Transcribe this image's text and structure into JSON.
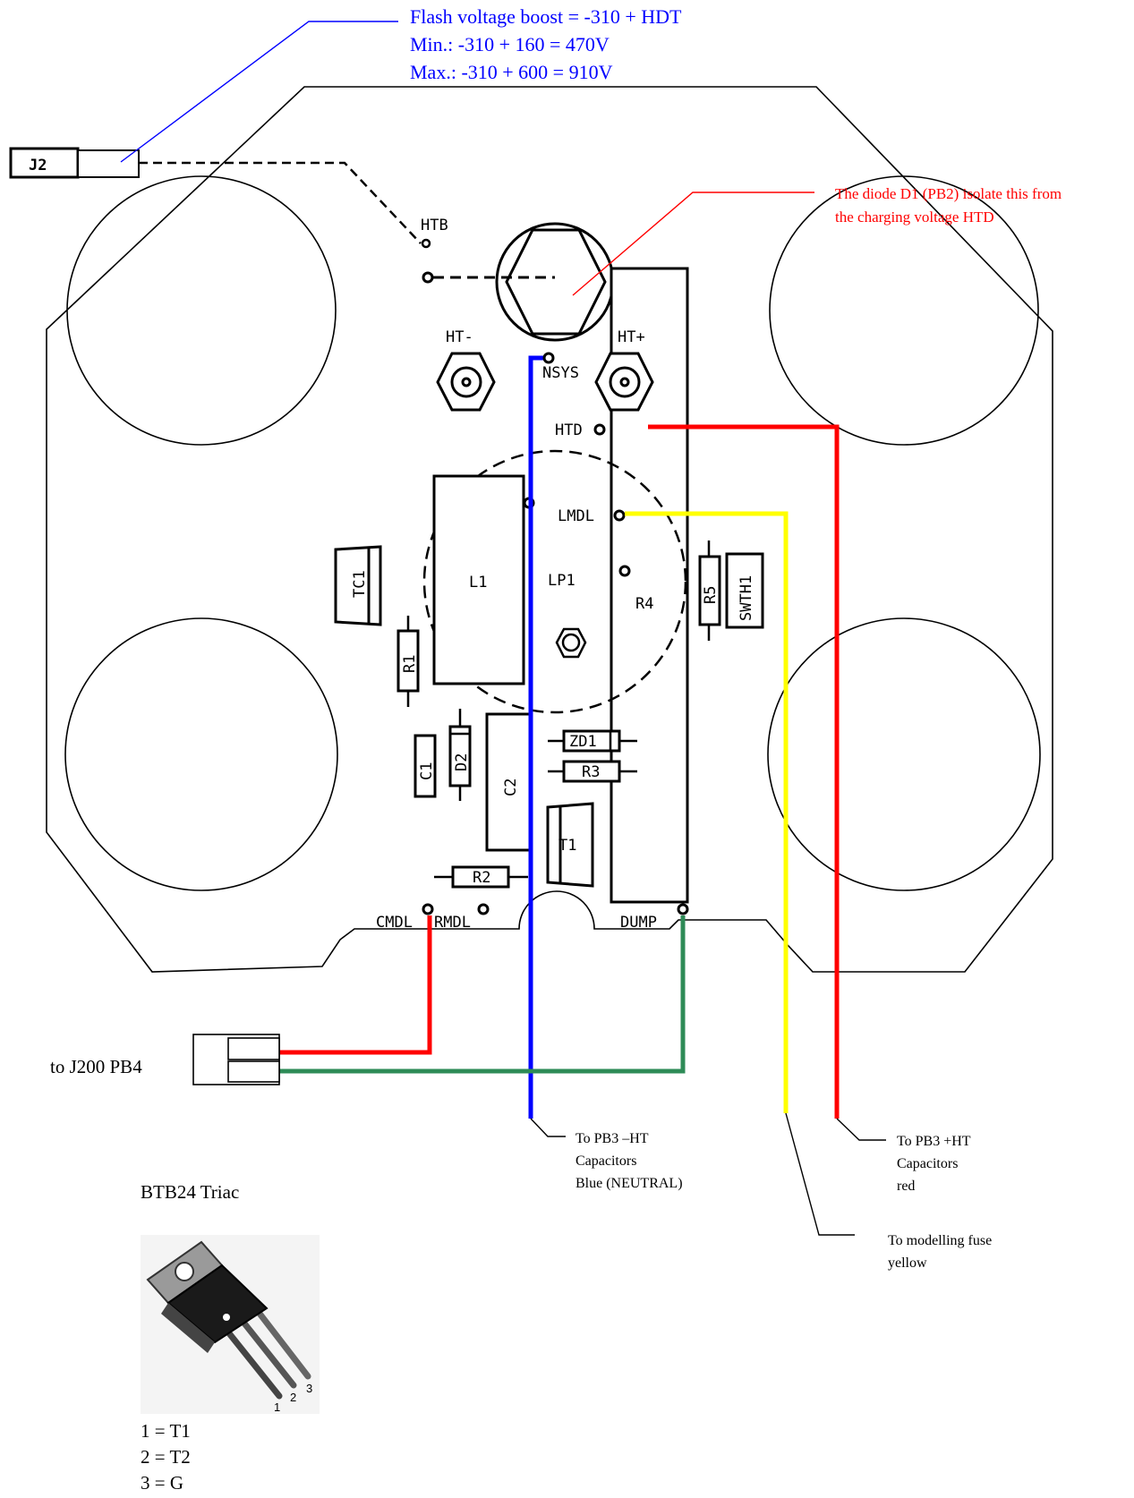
{
  "annotations": {
    "flash_boost": {
      "line1": "Flash voltage boost = -310 + HDT",
      "line2": "Min.: -310 + 160 = 470V",
      "line3": "Max.: -310 + 600 = 910V",
      "color": "#0000ff"
    },
    "diode_note": {
      "line1": "The diode D1 (PB2) isolate this from",
      "line2": "the charging voltage HTD",
      "color": "#ff0000"
    },
    "to_j200": "to J200 PB4",
    "neutral_note": {
      "line1": "To PB3 –HT",
      "line2": "Capacitors",
      "line3": "Blue (NEUTRAL)"
    },
    "positive_note": {
      "line1": "To PB3 +HT",
      "line2": "Capacitors",
      "line3": "red"
    },
    "fuse_note": {
      "line1": "To modelling fuse",
      "line2": "yellow"
    }
  },
  "board_labels": {
    "j2": "J2",
    "htb": "HTB",
    "ht_minus": "HT-",
    "ht_plus": "HT+",
    "nsys": "NSYS",
    "htd": "HTD",
    "lmdl": "LMDL",
    "tc1": "TC1",
    "l1": "L1",
    "lp1": "LP1",
    "r4": "R4",
    "r5": "R5",
    "swth1": "SWTH1",
    "r1": "R1",
    "c1": "C1",
    "d2": "D2",
    "c2": "C2",
    "zd1": "ZD1",
    "r3": "R3",
    "t1": "T1",
    "r2": "R2",
    "cmdl": "CMDL",
    "rmdl": "RMDL",
    "dump": "DUMP"
  },
  "wire_colors": {
    "neutral": "#0000ff",
    "positive": "#ff0000",
    "modelling": "#ffff00",
    "dump": "#2e8b57",
    "cmdl": "#ff0000"
  },
  "triac": {
    "title": "BTB24 Triac",
    "pin1": "1 = T1",
    "pin2": "2 = T2",
    "pin3": "3 = G",
    "pin_numbers": [
      "1",
      "2",
      "3"
    ]
  }
}
